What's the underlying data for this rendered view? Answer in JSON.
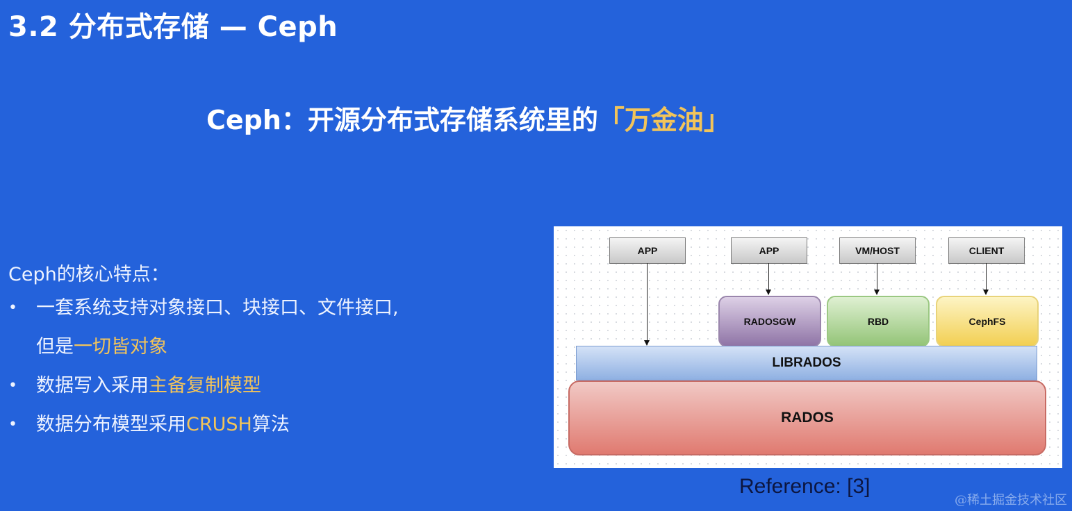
{
  "slide": {
    "title": "3.2 分布式存储 — Ceph",
    "subtitle": {
      "prefix": "Ceph：开源分布式存储系统里的",
      "highlight": "「万金油」"
    },
    "features": {
      "heading": "Ceph的核心特点：",
      "bullet_glyph": "•",
      "items": [
        {
          "text": "一套系统支持对象接口、块接口、文件接口,",
          "cont_text": "但是",
          "cont_highlight": "一切皆对象"
        },
        {
          "text": "数据写入采用",
          "highlight": "主备复制模型",
          "suffix": ""
        },
        {
          "text": "数据分布模型采用",
          "highlight": "CRUSH",
          "suffix": "算法"
        }
      ]
    },
    "reference": "Reference: [3]",
    "watermark": "@稀土掘金技术社区"
  },
  "diagram": {
    "clients": [
      "APP",
      "APP",
      "VM/HOST",
      "CLIENT"
    ],
    "services": [
      "RADOSGW",
      "RBD",
      "CephFS"
    ],
    "librados": "LIBRADOS",
    "rados": "RADOS"
  },
  "colors": {
    "background": "#2462db",
    "highlight": "#f2c45a",
    "radosgw": "#a58bbb",
    "rbd": "#a9d38f",
    "cephfs": "#f6dc74",
    "librados": "#a8c2ec",
    "rados": "#e79088"
  }
}
